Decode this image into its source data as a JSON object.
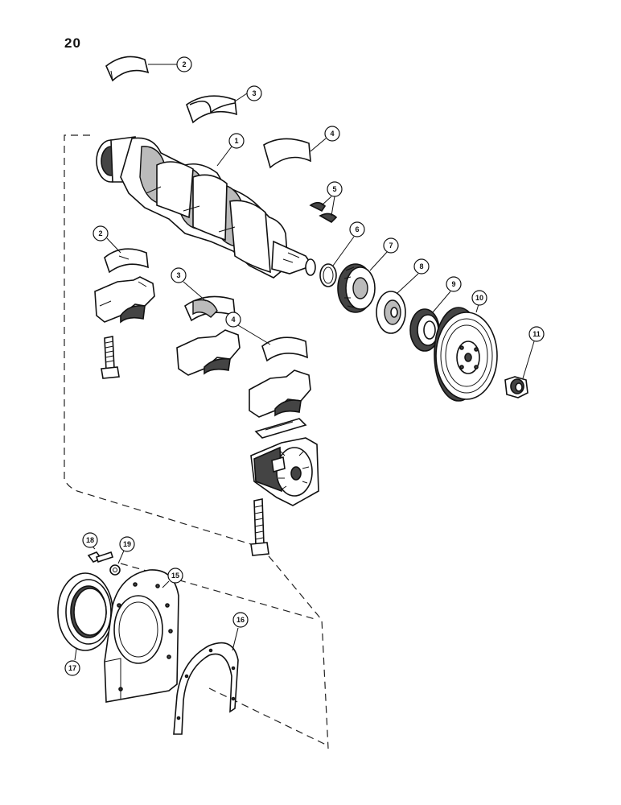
{
  "page_number": "20",
  "callouts": [
    {
      "id": "c2a",
      "label": "2"
    },
    {
      "id": "c3a",
      "label": "3"
    },
    {
      "id": "c1",
      "label": "1"
    },
    {
      "id": "c4a",
      "label": "4"
    },
    {
      "id": "c5",
      "label": "5"
    },
    {
      "id": "c6",
      "label": "6"
    },
    {
      "id": "c7",
      "label": "7"
    },
    {
      "id": "c8",
      "label": "8"
    },
    {
      "id": "c9",
      "label": "9"
    },
    {
      "id": "c10",
      "label": "10"
    },
    {
      "id": "c11",
      "label": "11"
    },
    {
      "id": "c2b",
      "label": "2"
    },
    {
      "id": "c3b",
      "label": "3"
    },
    {
      "id": "c4b",
      "label": "4"
    },
    {
      "id": "c18",
      "label": "18"
    },
    {
      "id": "c19",
      "label": "19"
    },
    {
      "id": "c15",
      "label": "15"
    },
    {
      "id": "c16",
      "label": "16"
    },
    {
      "id": "c17",
      "label": "17"
    }
  ]
}
